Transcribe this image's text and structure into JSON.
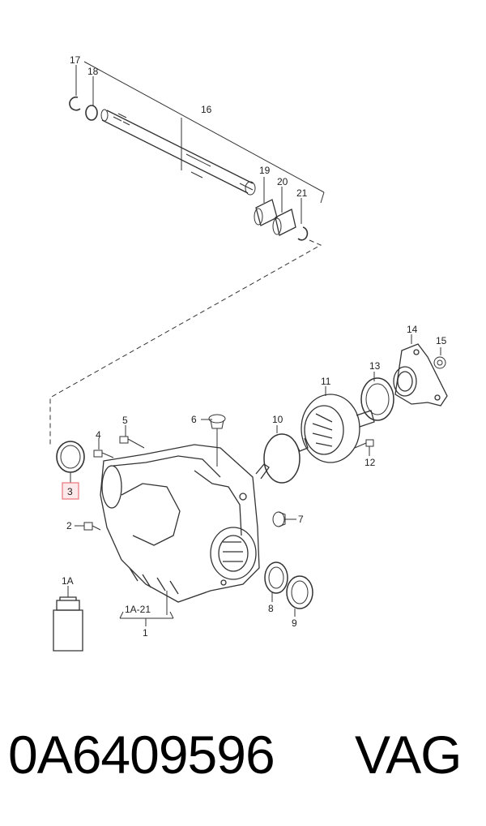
{
  "labels": {
    "l17": "17",
    "l18": "18",
    "l16": "16",
    "l19": "19",
    "l20": "20",
    "l21": "21",
    "l14": "14",
    "l15": "15",
    "l13": "13",
    "l11": "11",
    "l10": "10",
    "l6": "6",
    "l5": "5",
    "l4": "4",
    "l3": "3",
    "l2": "2",
    "l12": "12",
    "l7": "7",
    "l8": "8",
    "l9": "9",
    "l1A": "1A",
    "l1A21": "1A-21",
    "l1": "1"
  },
  "highlight_color": "#e8747c",
  "footer": {
    "part_number": "0A6409596",
    "brand": "VAG"
  }
}
